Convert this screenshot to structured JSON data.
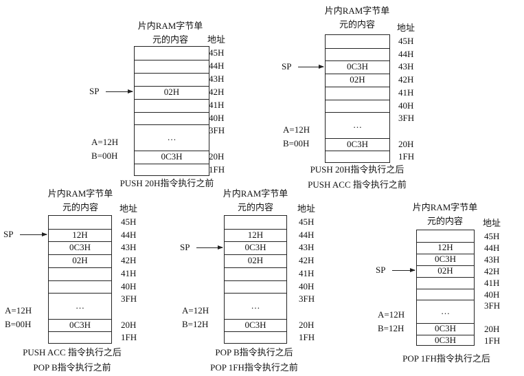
{
  "address_header": "地址",
  "title_line1": "片内RAM字节单",
  "title_line2": "元的内容",
  "sp_label": "SP",
  "diagrams": [
    {
      "addresses": [
        "45H",
        "44H",
        "43H",
        "42H",
        "41H",
        "40H",
        "3FH",
        "20H",
        "1FH"
      ],
      "cells": [
        "",
        "",
        "",
        "02H",
        "",
        "",
        "…",
        "0C3H",
        ""
      ],
      "sp_address": "42H",
      "a": "A=12H",
      "b": "B=00H",
      "captions": [
        "PUSH  20H指令执行之前"
      ]
    },
    {
      "addresses": [
        "45H",
        "44H",
        "43H",
        "42H",
        "41H",
        "40H",
        "3FH",
        "20H",
        "1FH"
      ],
      "cells": [
        "",
        "",
        "0C3H",
        "02H",
        "",
        "",
        "…",
        "0C3H",
        ""
      ],
      "sp_address": "43H",
      "a": "A=12H",
      "b": "B=00H",
      "captions": [
        "PUSH  20H指令执行之后",
        "PUSH  ACC 指令执行之前"
      ]
    },
    {
      "addresses": [
        "45H",
        "44H",
        "43H",
        "42H",
        "41H",
        "40H",
        "3FH",
        "20H",
        "1FH"
      ],
      "cells": [
        "",
        "12H",
        "0C3H",
        "02H",
        "",
        "",
        "…",
        "0C3H",
        ""
      ],
      "sp_address": "44H",
      "a": "A=12H",
      "b": "B=00H",
      "captions": [
        "PUSH  ACC 指令执行之后",
        "POP  B指令执行之前"
      ]
    },
    {
      "addresses": [
        "45H",
        "44H",
        "43H",
        "42H",
        "41H",
        "40H",
        "3FH",
        "20H",
        "1FH"
      ],
      "cells": [
        "",
        "12H",
        "0C3H",
        "02H",
        "",
        "",
        "…",
        "0C3H",
        ""
      ],
      "sp_address": "43H",
      "a": "A=12H",
      "b": "B=12H",
      "captions": [
        "POP  B指令执行之后",
        "POP  1FH指令执行之前"
      ]
    },
    {
      "addresses": [
        "45H",
        "44H",
        "43H",
        "42H",
        "41H",
        "40H",
        "3FH",
        "20H",
        "1FH"
      ],
      "cells": [
        "",
        "12H",
        "0C3H",
        "02H",
        "",
        "",
        "…",
        "0C3H",
        "0C3H"
      ],
      "sp_address": "42H",
      "a": "A=12H",
      "b": "B=12H",
      "captions": [
        "POP  1FH指令执行之后"
      ]
    }
  ]
}
